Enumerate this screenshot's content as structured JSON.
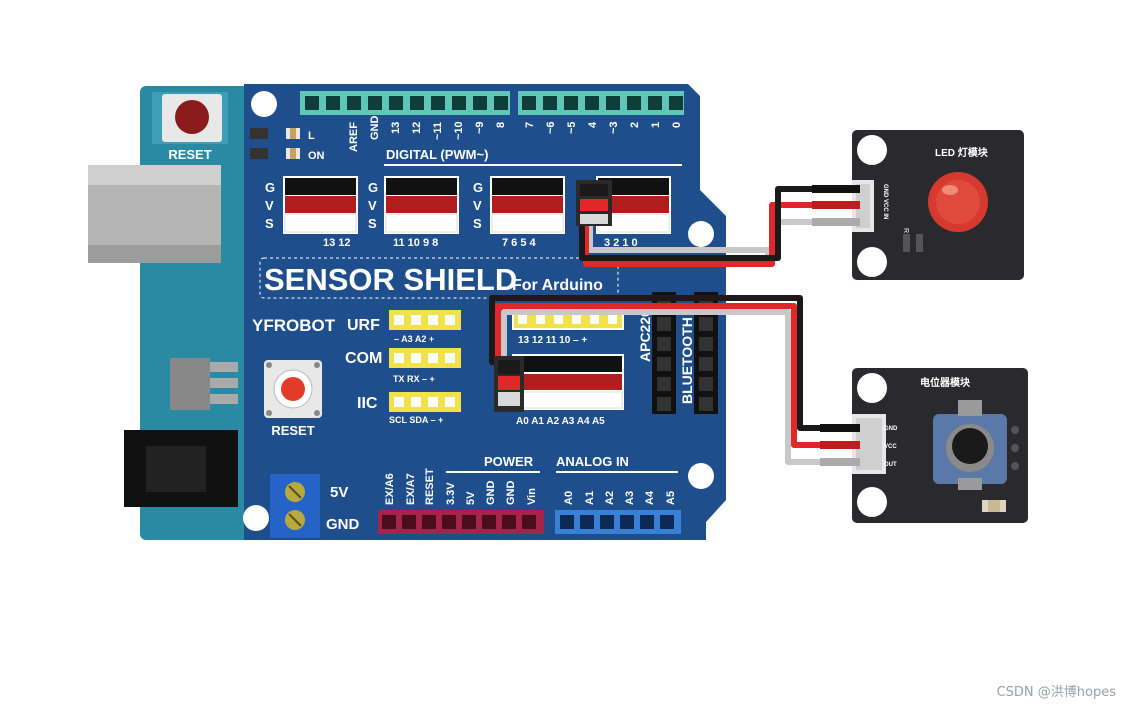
{
  "board": {
    "reset_top": "RESET",
    "led_l": "L",
    "led_on": "ON",
    "digital_title": "DIGITAL  (PWM~)",
    "top_pins_left": [
      "AREF",
      "GND",
      "13",
      "12",
      "~11",
      "~10",
      "~9",
      "8"
    ],
    "top_pins_right": [
      "7",
      "~6",
      "~5",
      "4",
      "~3",
      "2",
      "1",
      "0"
    ],
    "gvs": [
      "G",
      "V",
      "S"
    ],
    "group_labels": [
      "13 12",
      "11 10  9  8",
      "7  6  5  4",
      "3  2  1  0"
    ],
    "shield_title": "SENSOR  SHIELD",
    "shield_sub": "For Arduino",
    "brand": "YFROBOT",
    "urf": "URF",
    "urf_pins": "–  A3  A2  +",
    "com": "COM",
    "com_pins": "TX  RX  –  +",
    "iic": "IIC",
    "iic_pins": "SCL SDA  –  +",
    "reset_bottom": "RESET",
    "mid_top_pins": "13  12  11  10  –  +",
    "apc": "APC220",
    "bluetooth": "BLUETOOTH",
    "analog_pins": "A0  A1  A2  A3  A4  A5",
    "power_title": "POWER",
    "analog_title": "ANALOG  IN",
    "bottom_pins_left": [
      "EX/A6",
      "EX/A7",
      "RESET",
      "3.3V",
      "5V",
      "GND",
      "GND",
      "Vin"
    ],
    "bottom_pins_right": [
      "A0",
      "A1",
      "A2",
      "A3",
      "A4",
      "A5"
    ],
    "terminal_5v": "5V",
    "terminal_gnd": "GND"
  },
  "led_module": {
    "title": "LED 灯模块",
    "pins": "GND VCC  IN",
    "r_label": "R"
  },
  "pot_module": {
    "title": "电位器模块",
    "pin_gnd": "GND",
    "pin_vcc": "VCC",
    "pin_out": "OUT"
  },
  "colors": {
    "board_blue": "#1f4e8c",
    "arduino_teal": "#2b8aa3",
    "header_teal": "#5fc7b8",
    "module_black": "#2a2a2e",
    "wire_black": "#1a1a1a",
    "wire_red": "#e02828",
    "wire_gray": "#c8c8c8"
  },
  "watermark": "CSDN @洪博hopes"
}
